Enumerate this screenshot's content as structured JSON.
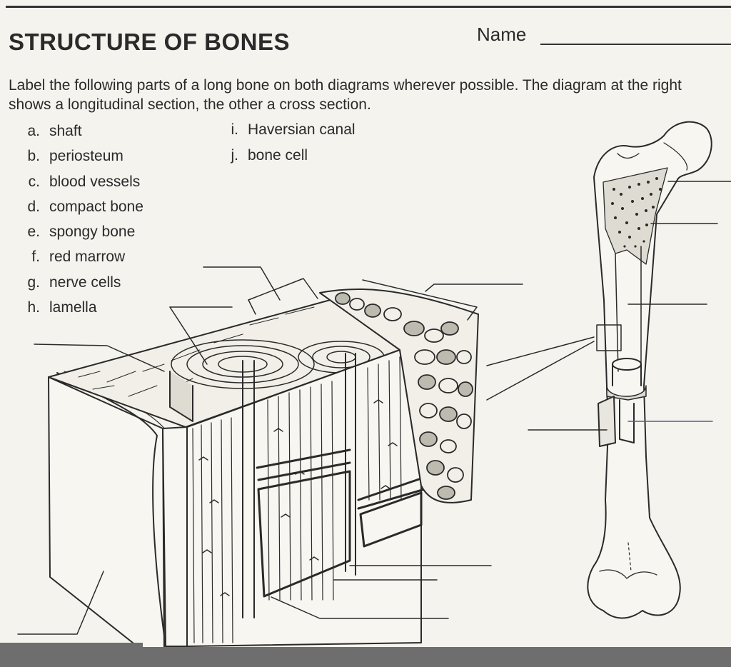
{
  "header": {
    "title": "STRUCTURE OF BONES",
    "name_label": "Name"
  },
  "instructions": "Label the following parts of a long bone on both diagrams wherever possible.  The diagram at the right shows a longitudinal section, the other a cross section.",
  "terms": [
    {
      "letter": "a.",
      "label": "shaft"
    },
    {
      "letter": "b.",
      "label": "periosteum"
    },
    {
      "letter": "c.",
      "label": "blood vessels"
    },
    {
      "letter": "d.",
      "label": "compact bone"
    },
    {
      "letter": "e.",
      "label": "spongy bone"
    },
    {
      "letter": "f.",
      "label": "red marrow"
    },
    {
      "letter": "g.",
      "label": "nerve cells"
    },
    {
      "letter": "h.",
      "label": "lamella"
    },
    {
      "letter": "i.",
      "label": "Haversian canal"
    },
    {
      "letter": "j.",
      "label": "bone cell"
    }
  ],
  "colors": {
    "paper": "#f4f3ee",
    "ink": "#2a2a2a",
    "scan_bar": "#6e6e6e"
  }
}
